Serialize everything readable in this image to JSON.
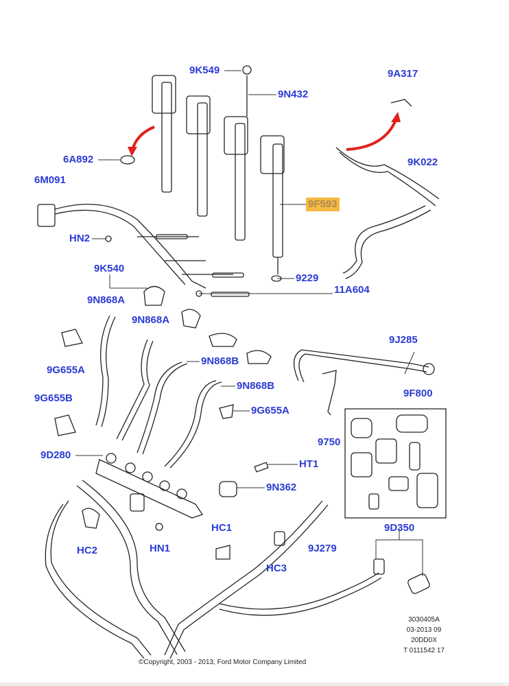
{
  "diagram": {
    "labels": [
      {
        "id": "l1",
        "text": "9K549"
      },
      {
        "id": "l2",
        "text": "9N432"
      },
      {
        "id": "l3",
        "text": "9A317"
      },
      {
        "id": "l4",
        "text": "6A892"
      },
      {
        "id": "l5",
        "text": "9K022"
      },
      {
        "id": "l6",
        "text": "6M091"
      },
      {
        "id": "l7",
        "text": "9F593",
        "highlighted": true
      },
      {
        "id": "l8",
        "text": "HN2"
      },
      {
        "id": "l9",
        "text": "9K540"
      },
      {
        "id": "l10",
        "text": "9229"
      },
      {
        "id": "l11",
        "text": "11A604"
      },
      {
        "id": "l12",
        "text": "9N868A"
      },
      {
        "id": "l13",
        "text": "9N868A"
      },
      {
        "id": "l14",
        "text": "9J285"
      },
      {
        "id": "l15",
        "text": "9G655A"
      },
      {
        "id": "l16",
        "text": "9N868B"
      },
      {
        "id": "l17",
        "text": "9N868B"
      },
      {
        "id": "l18",
        "text": "9F800"
      },
      {
        "id": "l19",
        "text": "9G655B"
      },
      {
        "id": "l20",
        "text": "9G655A"
      },
      {
        "id": "l21",
        "text": "9750"
      },
      {
        "id": "l22",
        "text": "9D280"
      },
      {
        "id": "l23",
        "text": "HT1"
      },
      {
        "id": "l24",
        "text": "9N362"
      },
      {
        "id": "l25",
        "text": "HC1"
      },
      {
        "id": "l26",
        "text": "9D350"
      },
      {
        "id": "l27",
        "text": "HN1"
      },
      {
        "id": "l28",
        "text": "HC2"
      },
      {
        "id": "l29",
        "text": "9J279"
      },
      {
        "id": "l30",
        "text": "HC3"
      }
    ],
    "info_block": [
      "3030405A",
      "03-2013 09",
      "20DD0X",
      "T 0111542 17"
    ],
    "copyright": "©Copyright, 2003 - 2013, Ford Motor Company Limited",
    "colors": {
      "label": "#2b3bd4",
      "highlight": "#f4b942",
      "arrow": "#e0201c"
    }
  }
}
